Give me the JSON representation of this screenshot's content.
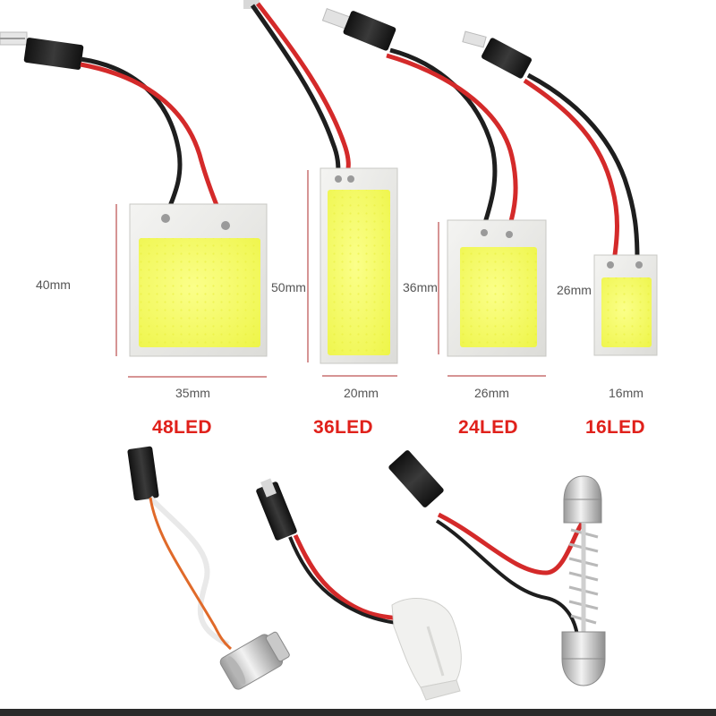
{
  "panels": [
    {
      "height_label": "40mm",
      "width_label": "35mm",
      "led_label": "48LED"
    },
    {
      "height_label": "50mm",
      "width_label": "20mm",
      "led_label": "36LED"
    },
    {
      "height_label": "36mm",
      "width_label": "26mm",
      "led_label": "24LED"
    },
    {
      "height_label": "26mm",
      "width_label": "16mm",
      "led_label": "16LED"
    }
  ],
  "adapters": [
    {
      "icon": "ba9s-bayonet-adapter-icon"
    },
    {
      "icon": "t10-wedge-adapter-icon"
    },
    {
      "icon": "festoon-spring-adapter-icon"
    }
  ],
  "colors": {
    "led_label": "#e0211b",
    "led_glow": "#f6fb6c",
    "wire_red": "#d42a2a",
    "wire_black": "#1e1e1e",
    "dimension_line": "#c97070"
  }
}
